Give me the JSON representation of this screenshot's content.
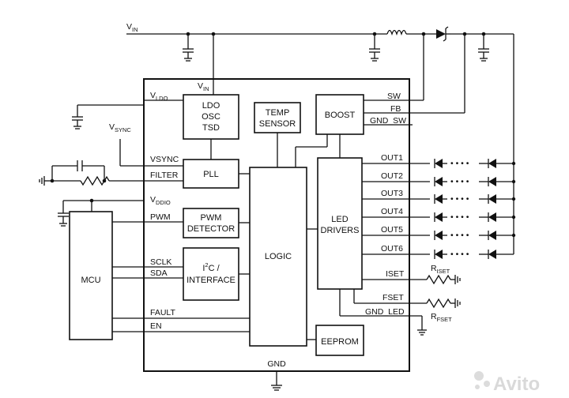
{
  "supply": {
    "vin_main": "V",
    "vin_main_sub": "IN"
  },
  "pins_left": {
    "vin": "V",
    "vin_sub": "IN",
    "vldo": "V",
    "vldo_sub": "LDO",
    "vsync_ext": "V",
    "vsync_ext_sub": "SYNC",
    "vsync": "VSYNC",
    "filter": "FILTER",
    "vddio": "V",
    "vddio_sub": "DDIO",
    "pwm": "PWM",
    "sclk": "SCLK",
    "sda": "SDA",
    "fault": "FAULT",
    "en": "EN"
  },
  "pins_right": {
    "sw": "SW",
    "fb": "FB",
    "gnd_sw": "GND_SW",
    "outs": [
      "OUT1",
      "OUT2",
      "OUT3",
      "OUT4",
      "OUT5",
      "OUT6"
    ],
    "iset": "ISET",
    "fset": "FSET",
    "gnd_led": "GND_LED"
  },
  "blocks": {
    "ldo": [
      "LDO",
      "OSC",
      "TSD"
    ],
    "temp": [
      "TEMP",
      "SENSOR"
    ],
    "boost": "BOOST",
    "pll": "PLL",
    "pwm": [
      "PWM",
      "DETECTOR"
    ],
    "i2c_a": "I",
    "i2c_sup": "2",
    "i2c_b": "C /",
    "i2c_line2": "INTERFACE",
    "logic": "LOGIC",
    "led": [
      "LED",
      "DRIVERS"
    ],
    "eeprom": "EEPROM",
    "mcu": "MCU"
  },
  "resistors": {
    "riset": "R",
    "riset_sub": "ISET",
    "rfset": "R",
    "rfset_sub": "FSET"
  },
  "gnd": "GND",
  "watermark": "Avito"
}
